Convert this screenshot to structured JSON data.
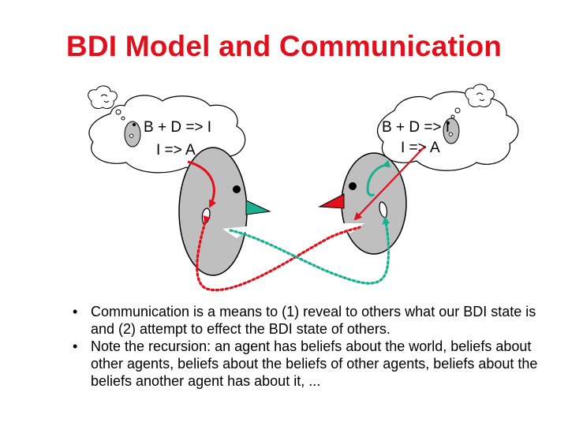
{
  "slide": {
    "title": "BDI Model and Communication"
  },
  "left_agent": {
    "formula_line1": "B + D => I",
    "formula_line2": "I => A"
  },
  "right_agent": {
    "formula_line1": "B + D => I",
    "formula_line2": "I => A"
  },
  "colors": {
    "title": "#e2101c",
    "head_fill": "#bfbfbf",
    "red_arrow": "#e0101c",
    "teal_arrow": "#18b090"
  },
  "bullets": [
    {
      "marker": "•",
      "text": "Communication is a means to (1) reveal to others what our BDI state is and (2) attempt to effect the BDI state of others."
    },
    {
      "marker": "•",
      "text": "Note the recursion: an agent has beliefs about the world, beliefs about other agents, beliefs about the beliefs of other agents, beliefs about the beliefs another agent has about it, ..."
    }
  ]
}
